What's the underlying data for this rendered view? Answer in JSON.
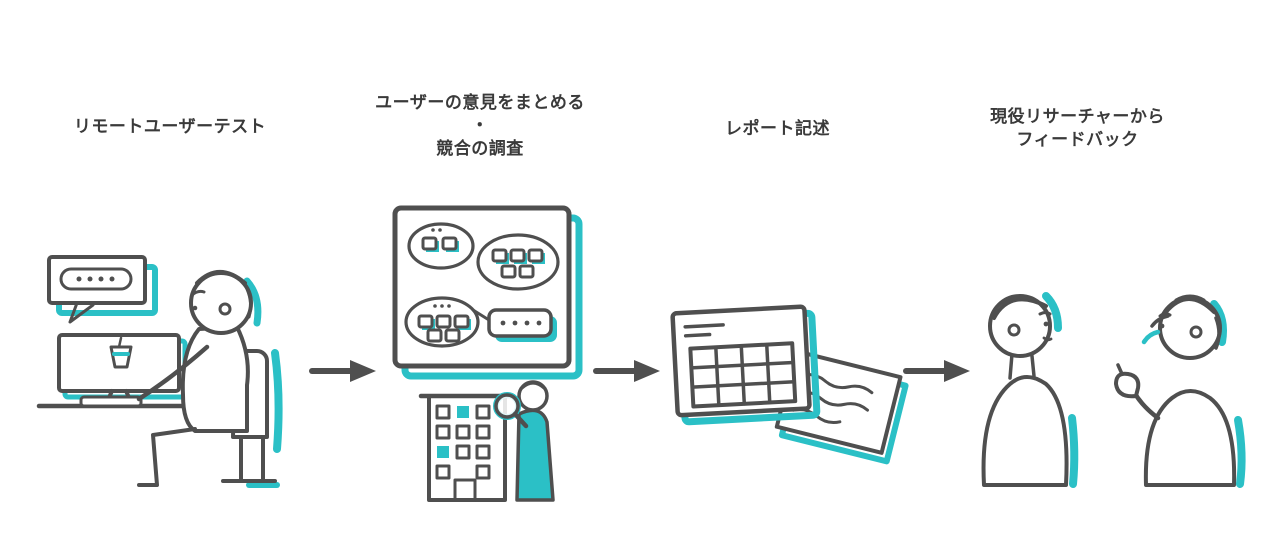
{
  "diagram": {
    "title": "ux-research-process-flow",
    "background": "#ffffff"
  },
  "colors": {
    "ink": "#4f4f4f",
    "accent": "#2bc0c6",
    "label_text": "#3a3a3a"
  },
  "steps": [
    {
      "name": "remote-user-test",
      "label_lines": [
        "リモートユーザーテスト"
      ],
      "illustration": "person-testing-at-computer"
    },
    {
      "name": "summarize-user-opinions-and-competitor-research",
      "label_lines": [
        "ユーザーの意見をまとめる",
        "・",
        "競合の調査"
      ],
      "illustration": "affinity-board-and-company-research"
    },
    {
      "name": "report-writing",
      "label_lines": [
        "レポート記述"
      ],
      "illustration": "report-documents"
    },
    {
      "name": "feedback-from-researcher",
      "label_lines": [
        "現役リサーチャーから",
        "フィードバック"
      ],
      "illustration": "two-people-discussing"
    }
  ],
  "arrows": [
    {
      "name": "arrow-step1-to-step2",
      "direction": "right"
    },
    {
      "name": "arrow-step2-to-step3",
      "direction": "right"
    },
    {
      "name": "arrow-step3-to-step4",
      "direction": "right"
    }
  ]
}
